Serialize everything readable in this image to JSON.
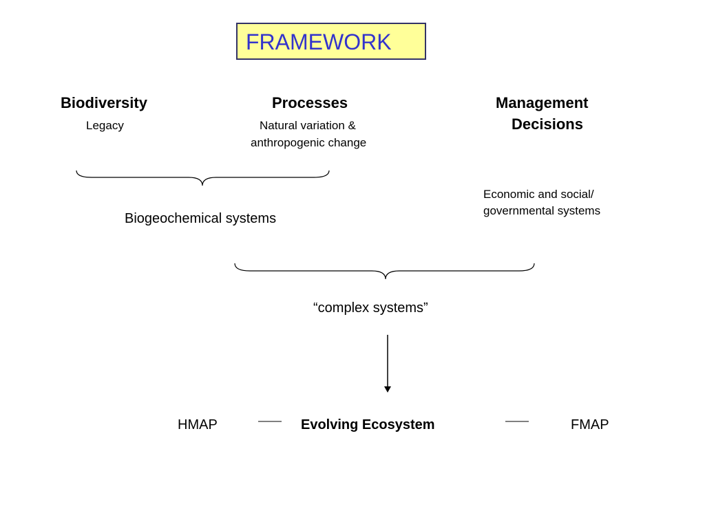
{
  "title": "FRAMEWORK",
  "columns": {
    "biodiversity": {
      "heading": "Biodiversity",
      "sub": "Legacy"
    },
    "processes": {
      "heading": "Processes",
      "sub_line1": "Natural variation &",
      "sub_line2": "anthropogenic change"
    },
    "management": {
      "heading_line1": "Management",
      "heading_line2": "Decisions"
    }
  },
  "groups": {
    "biogeochemical": "Biogeochemical systems",
    "economic_line1": "Economic and social/",
    "economic_line2": "governmental systems",
    "complex": "“complex systems”"
  },
  "bottom": {
    "left": "HMAP",
    "center": "Evolving Ecosystem",
    "right": "FMAP"
  },
  "colors": {
    "title_fill": "#ffff99",
    "title_border": "#333366",
    "title_text": "#3333cc"
  }
}
